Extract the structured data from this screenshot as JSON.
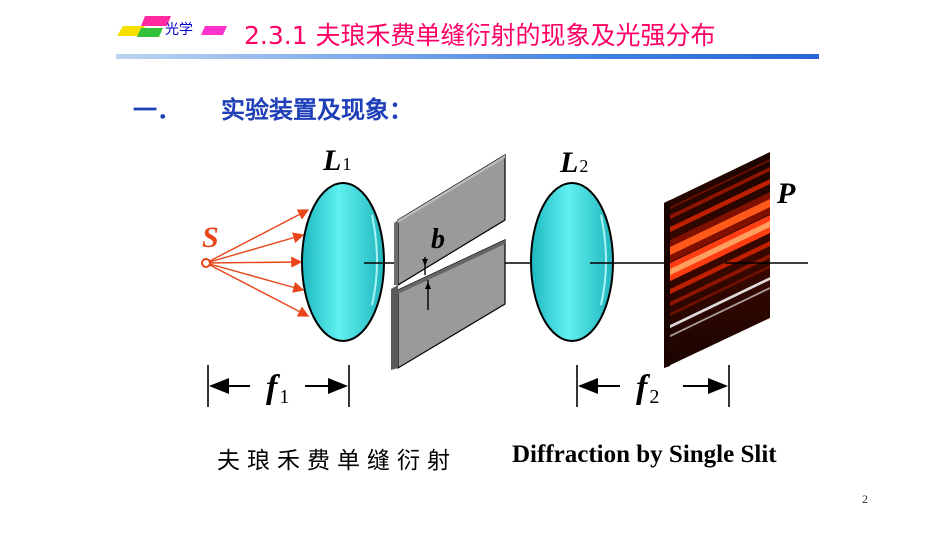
{
  "header": {
    "logo_text": "光学",
    "title": "2.3.1  夫琅禾费单缝衍射的现象及光强分布"
  },
  "section": {
    "number": "一．",
    "heading": "实验装置及现象："
  },
  "diagram": {
    "source_label": "S",
    "lens1_label": "L",
    "lens1_sub": "1",
    "lens2_label": "L",
    "lens2_sub": "2",
    "slit_width_label": "b",
    "screen_label": "P",
    "f1_label": "f",
    "f1_sub": "1",
    "f2_label": "f",
    "f2_sub": "2",
    "colors": {
      "source": "#e8461a",
      "lens": "#3ad6d8",
      "slit": "#999999",
      "screen_fringe": "#ff4a12"
    }
  },
  "caption": {
    "chinese": "夫琅禾费单缝衍射",
    "english": "Diffraction by Single Slit"
  },
  "page_number": "2"
}
